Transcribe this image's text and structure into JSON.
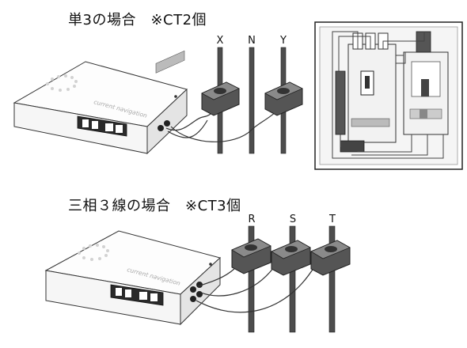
{
  "single_phase": {
    "title": "単3の場合　※CT2個",
    "wire_labels": [
      "X",
      "N",
      "Y"
    ],
    "device_brand": "current navigation"
  },
  "three_phase": {
    "title": "三相３線の場合　※CT3個",
    "wire_labels": [
      "R",
      "S",
      "T"
    ],
    "device_brand": "current navigation"
  }
}
